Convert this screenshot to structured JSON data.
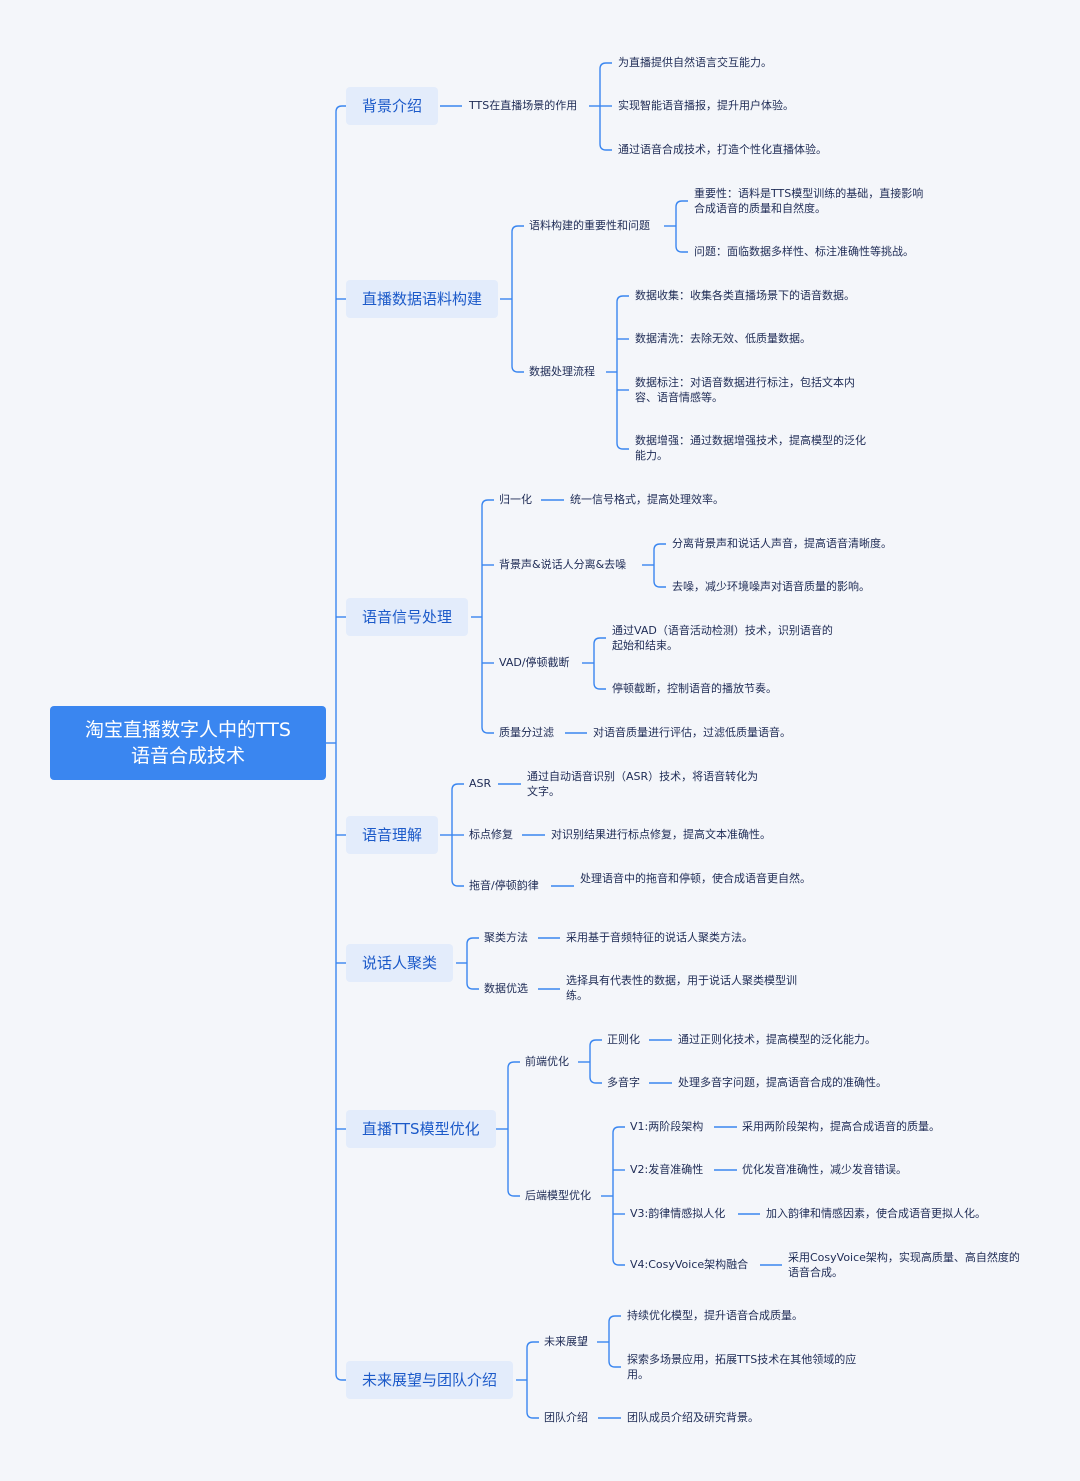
{
  "root": {
    "line1": "淘宝直播数字人中的TTS",
    "line2": "语音合成技术"
  },
  "sections": {
    "background": {
      "title": "背景介绍",
      "tts_role": "TTS在直播场景的作用",
      "items": [
        "为直播提供自然语言交互能力。",
        "实现智能语音播报，提升用户体验。",
        "通过语音合成技术，打造个性化直播体验。"
      ]
    },
    "corpus": {
      "title": "直播数据语料构建",
      "importance": "语料构建的重要性和问题",
      "importance_items": [
        "重要性：语料是TTS模型训练的基础，直接影响合成语音的质量和自然度。",
        "问题：面临数据多样性、标注准确性等挑战。"
      ],
      "process": "数据处理流程",
      "process_items": [
        "数据收集：收集各类直播场景下的语音数据。",
        "数据清洗：去除无效、低质量数据。",
        "数据标注：对语音数据进行标注，包括文本内容、语音情感等。",
        "数据增强：通过数据增强技术，提高模型的泛化能力。"
      ]
    },
    "signal": {
      "title": "语音信号处理",
      "normalize": "归一化",
      "normalize_desc": "统一信号格式，提高处理效率。",
      "separation": "背景声&说话人分离&去噪",
      "separation_items": [
        "分离背景声和说话人声音，提高语音清晰度。",
        "去噪，减少环境噪声对语音质量的影响。"
      ],
      "vad": "VAD/停顿截断",
      "vad_items": [
        "通过VAD（语音活动检测）技术，识别语音的起始和结束。",
        "停顿截断，控制语音的播放节奏。"
      ],
      "quality": "质量分过滤",
      "quality_desc": "对语音质量进行评估，过滤低质量语音。"
    },
    "understanding": {
      "title": "语音理解",
      "asr": "ASR",
      "asr_desc": "通过自动语音识别（ASR）技术，将语音转化为文字。",
      "punct": "标点修复",
      "punct_desc": "对识别结果进行标点修复，提高文本准确性。",
      "drag": "拖音/停顿韵律",
      "drag_desc": "处理语音中的拖音和停顿，使合成语音更自然。"
    },
    "cluster": {
      "title": "说话人聚类",
      "method": "聚类方法",
      "method_desc": "采用基于音频特征的说话人聚类方法。",
      "select": "数据优选",
      "select_desc": "选择具有代表性的数据，用于说话人聚类模型训练。"
    },
    "tts": {
      "title": "直播TTS模型优化",
      "frontend": "前端优化",
      "regular": "正则化",
      "regular_desc": "通过正则化技术，提高模型的泛化能力。",
      "poly": "多音字",
      "poly_desc": "处理多音字问题，提高语音合成的准确性。",
      "backend": "后端模型优化",
      "v1": "V1:两阶段架构",
      "v1_desc": "采用两阶段架构，提高合成语音的质量。",
      "v2": "V2:发音准确性",
      "v2_desc": "优化发音准确性，减少发音错误。",
      "v3": "V3:韵律情感拟人化",
      "v3_desc": "加入韵律和情感因素，使合成语音更拟人化。",
      "v4": "V4:CosyVoice架构融合",
      "v4_desc": "采用CosyVoice架构，实现高质量、高自然度的语音合成。"
    },
    "future": {
      "title": "未来展望与团队介绍",
      "outlook": "未来展望",
      "outlook_items": [
        "持续优化模型，提升语音合成质量。",
        "探索多场景应用，拓展TTS技术在其他领域的应用。"
      ],
      "team": "团队介绍",
      "team_desc": "团队成员介绍及研究背景。"
    }
  },
  "colors": {
    "line": "#3a86f0",
    "root_bg": "#3a86f0",
    "l1_bg": "#e3ecfb",
    "l1_text": "#1c5ac9",
    "text": "#1e2b55"
  }
}
